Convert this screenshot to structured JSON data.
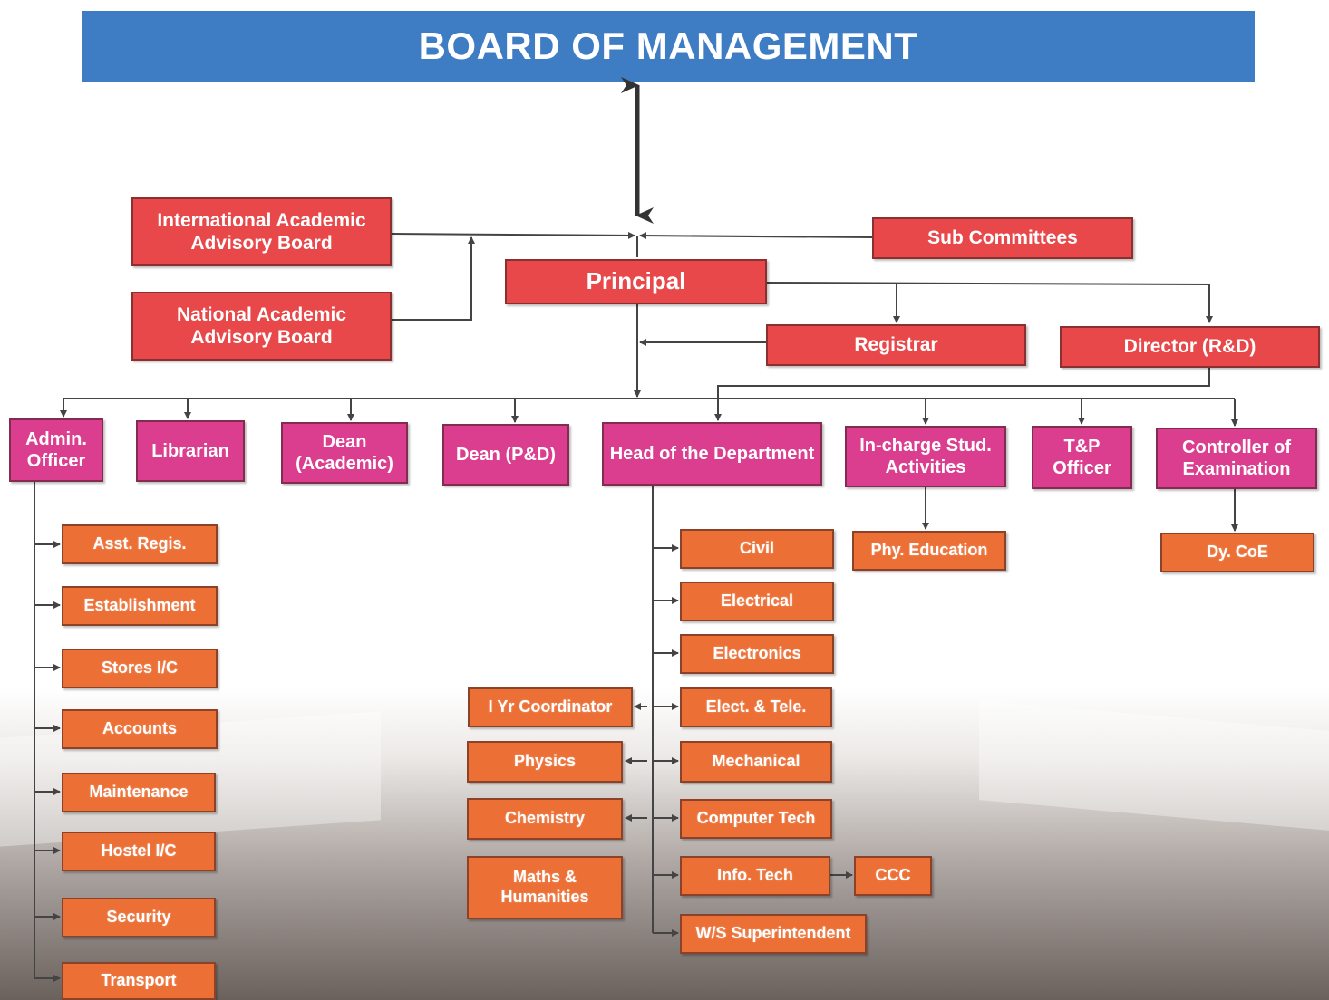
{
  "header": {
    "title": "BOARD OF MANAGEMENT"
  },
  "advisory": {
    "international": "International Academic Advisory Board",
    "national": "National Academic Advisory Board",
    "sub_committees": "Sub Committees"
  },
  "leadership": {
    "principal": "Principal",
    "registrar": "Registrar",
    "director_rd": "Director (R&D)"
  },
  "officers": [
    "Admin. Officer",
    "Librarian",
    "Dean (Academic)",
    "Dean (P&D)",
    "Head of the Department",
    "In-charge Stud. Activities",
    "T&P Officer",
    "Controller of Examination"
  ],
  "admin_units": [
    "Asst. Regis.",
    "Establishment",
    "Stores I/C",
    "Accounts",
    "Maintenance",
    "Hostel I/C",
    "Security",
    "Transport"
  ],
  "departments": [
    "Civil",
    "Electrical",
    "Electronics",
    "Elect. & Tele.",
    "Mechanical",
    "Computer Tech",
    "Info. Tech",
    "W/S Superintendent"
  ],
  "first_year": [
    "I Yr Coordinator",
    "Physics",
    "Chemistry",
    "Maths & Humanities"
  ],
  "other_units": {
    "ccc": "CCC",
    "phy_education": "Phy. Education",
    "dy_coe": "Dy. CoE"
  },
  "colors": {
    "header": "#3e7cc4",
    "top_level": "#e8484a",
    "officer": "#db3e8f",
    "unit": "#ec6f35",
    "connector": "#444444"
  }
}
